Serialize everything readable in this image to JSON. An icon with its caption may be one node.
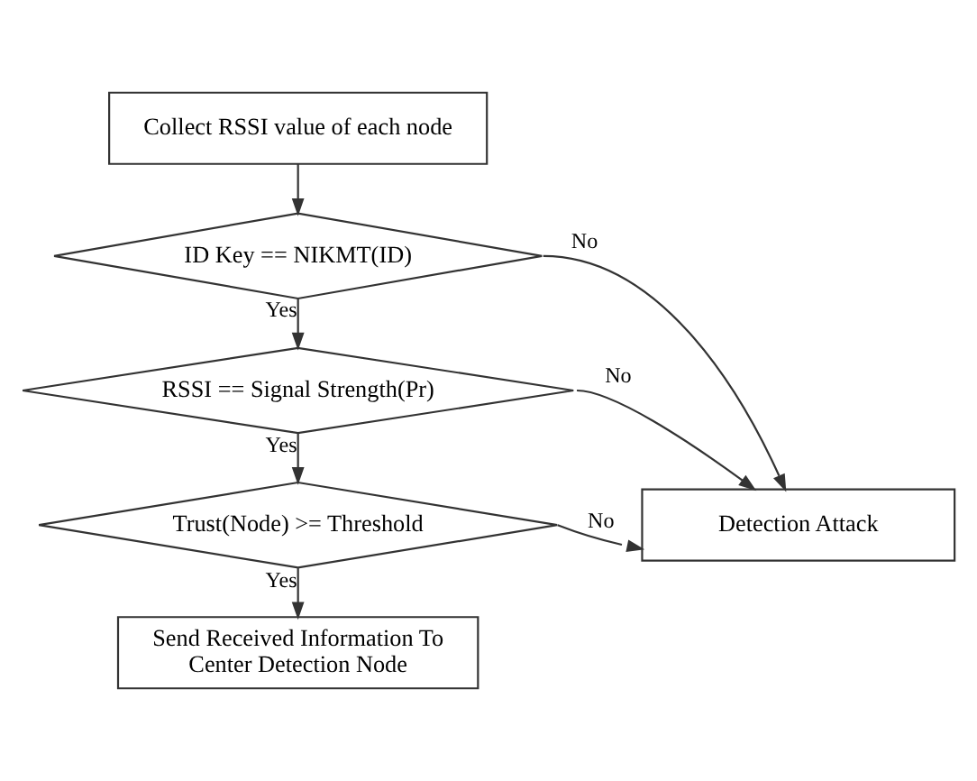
{
  "diagram": {
    "nodes": [
      {
        "text": [
          "Collect RSSI value of each node"
        ]
      },
      {
        "text": [
          "ID Key == NIKMT(ID)"
        ]
      },
      {
        "text": [
          "RSSI == Signal Strength(Pr)"
        ]
      },
      {
        "text": [
          "Trust(Node) >= Threshold"
        ]
      },
      {
        "text": [
          "Send Received Information To Center Detection Node"
        ]
      },
      {
        "text": [
          "Detection Attack"
        ]
      }
    ],
    "edges": [
      {
        "from": 0,
        "to": 1,
        "arrow": "to"
      },
      {
        "from": 1,
        "to": 2,
        "label": "Yes",
        "arrow": "to"
      },
      {
        "from": 2,
        "to": 3,
        "label": "Yes",
        "arrow": "to"
      },
      {
        "from": 3,
        "to": 4,
        "label": "Yes",
        "arrow": "to"
      },
      {
        "from": 1,
        "to": 5,
        "label": "No",
        "arrow": "to"
      },
      {
        "from": 2,
        "to": 5,
        "label": "No",
        "arrow": "to"
      },
      {
        "from": 3,
        "to": 5,
        "label": "No",
        "arrow": "to"
      }
    ]
  }
}
